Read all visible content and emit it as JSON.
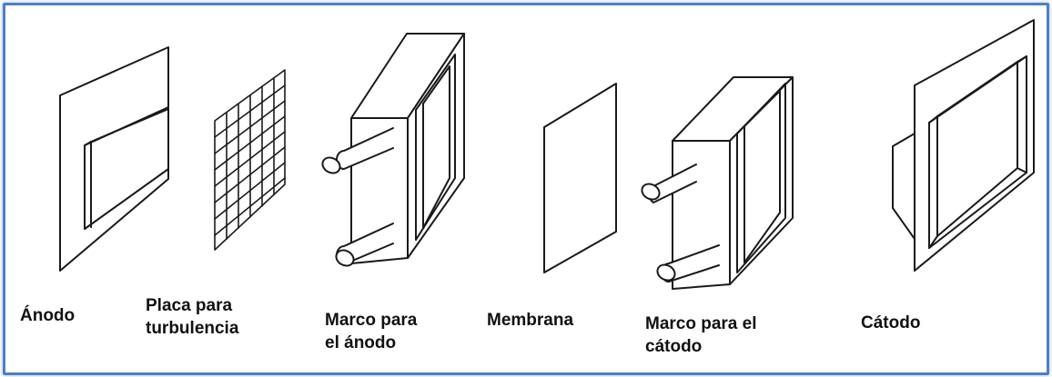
{
  "components": [
    {
      "label_line1": "Ánodo",
      "label_line2": ""
    },
    {
      "label_line1": "Placa para",
      "label_line2": "turbulencia"
    },
    {
      "label_line1": "Marco para",
      "label_line2": "el ánodo"
    },
    {
      "label_line1": "Membrana",
      "label_line2": ""
    },
    {
      "label_line1": "Marco para el",
      "label_line2": "cátodo"
    },
    {
      "label_line1": "Cátodo",
      "label_line2": ""
    }
  ],
  "colors": {
    "frame_border": "#4f7fbf",
    "line": "#1a1a1a"
  }
}
